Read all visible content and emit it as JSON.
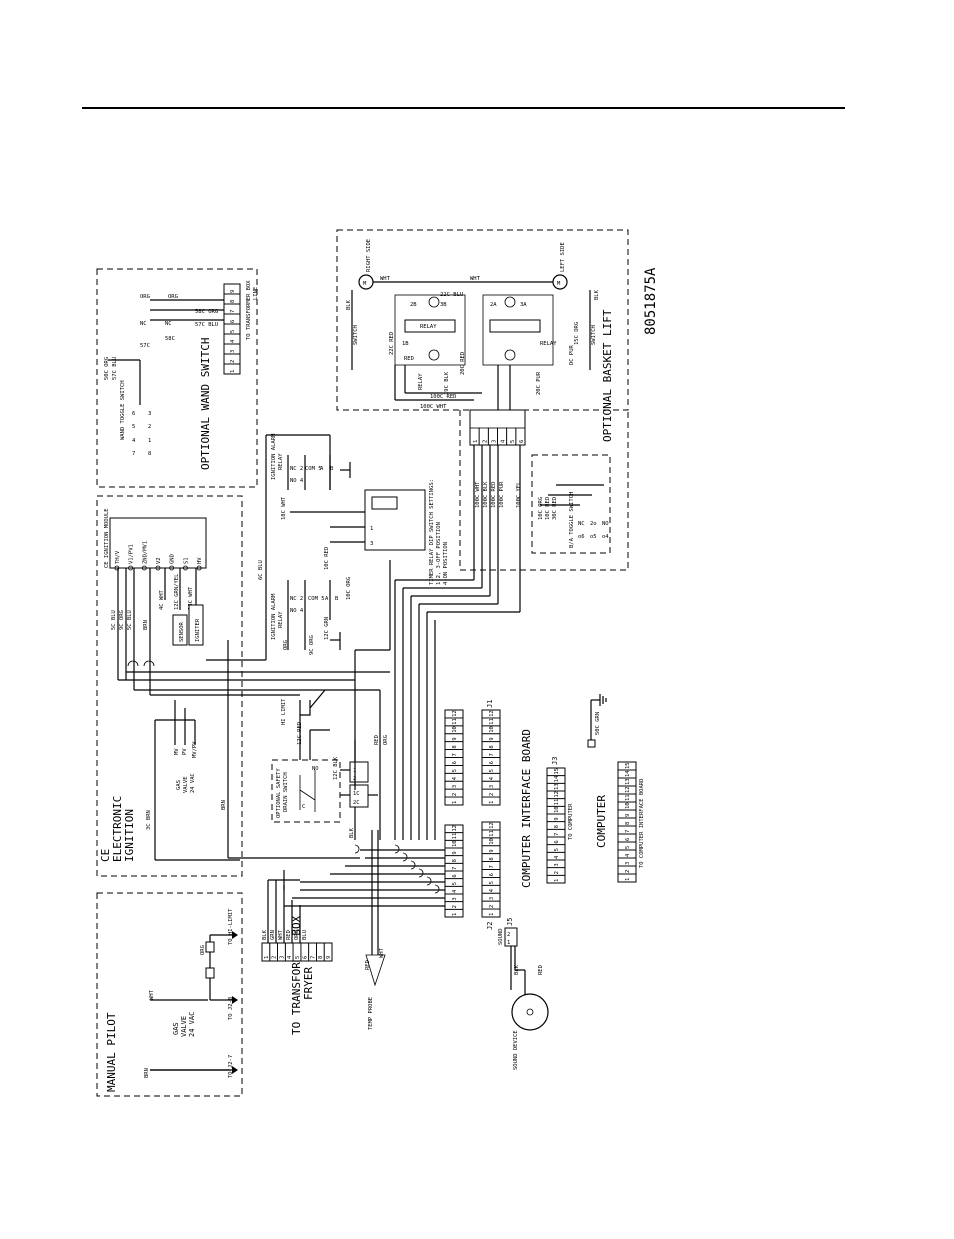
{
  "drawing_number": "8051875A",
  "sections": {
    "manual_pilot": "MANUAL PILOT",
    "ce_ignition_1": "CE",
    "ce_ignition_2": "ELECTRONIC",
    "ce_ignition_3": "IGNITION",
    "wand_switch": "OPTIONAL WAND SWITCH",
    "basket_lift": "OPTIONAL BASKET LIFT",
    "transformer_box_1": "TO TRANSFORMER BOX",
    "transformer_box_2": "FRYER",
    "cib": "COMPUTER INTERFACE BOARD",
    "computer": "COMPUTER",
    "to_cib": "TO COMPUTER INTERFACE BOARD",
    "to_computer": "TO COMPUTER",
    "to_tb_box": "TO TRANSFORMER BOX",
    "sound_device": "SOUND DEVICE",
    "sound": "SOUND",
    "temp_probe": "TEMP PROBE"
  },
  "labels": {
    "gas_valve": "GAS VALVE 24 VAC",
    "to_hi_limit": "TO HI-LIMIT",
    "to_j2_8": "TO J2-8",
    "to_j2_7": "TO J2-7",
    "brn": "BRN",
    "wht": "WHT",
    "org": "ORG",
    "blk": "BLK",
    "red": "RED",
    "grn": "GRN",
    "blu": "BLU",
    "hi_limit": "HI LIMIT",
    "drain_switch": "OPTIONAL SAFETY DRAIN SWITCH",
    "ignition_module": "CE IGNITION MODULE",
    "sensor": "SENSOR",
    "igniter": "IGNITER",
    "alarm_relay_1": "IGNITION ALARM RELAY",
    "alarm_relay_2": "IGNITION ALARM RELAY",
    "timer_relay": "TIMER RELAY DIP SWITCH SETTINGS:",
    "timer_relay_2": "1-2, 3-OFF POSITION",
    "timer_relay_3": "4-ON POSITION",
    "wand_toggle": "WAND TOGGLE SWITCH",
    "ba_toggle": "B/A TOGGLE SWITCH",
    "right_side": "RIGHT SIDE",
    "left_side": "LEFT SIDE",
    "relay": "RELAY",
    "switch": "SWITCH",
    "line": "LINE",
    "com": "COM",
    "no": "NO",
    "nc": "NC",
    "j1": "J1",
    "j2": "J2",
    "j3": "J3",
    "j5": "J5",
    "wire_3c_brn": "3C BRN",
    "wire_4c_wht": "4C WHT",
    "wire_5c_blu": "5C BLU",
    "wire_6c_blu": "6C BLU",
    "wire_9c_org": "9C ORG",
    "wire_10c_org": "10C ORG",
    "wire_11c_red": "11C RED",
    "wire_12c_grn": "12C GRN/YEL",
    "wire_18c_wht": "18C WHT",
    "wire_50c_grn": "50C GRN",
    "wire_100c_wht": "100C WHT",
    "wire_100c_blk": "100C BLK",
    "wire_100c_red": "100C RED",
    "wire_100c_pur": "100C PUR",
    "wire_100c_yel": "100C YEL"
  },
  "pins": {
    "twelve": [
      "1",
      "2",
      "3",
      "4",
      "5",
      "6",
      "7",
      "8",
      "9",
      "10",
      "11",
      "12"
    ],
    "nine": [
      "1",
      "2",
      "3",
      "4",
      "5",
      "6",
      "7",
      "8",
      "9"
    ],
    "fifteen": [
      "1",
      "2",
      "3",
      "4",
      "5",
      "6",
      "7",
      "8",
      "9",
      "10",
      "11",
      "12",
      "13",
      "14",
      "15"
    ],
    "six": [
      "1",
      "2",
      "3",
      "4",
      "5",
      "6"
    ]
  },
  "module_terminals": [
    "TH/V",
    "V1/PV1",
    "ZND/MV1",
    "V2",
    "GND",
    "S1",
    "HV"
  ]
}
